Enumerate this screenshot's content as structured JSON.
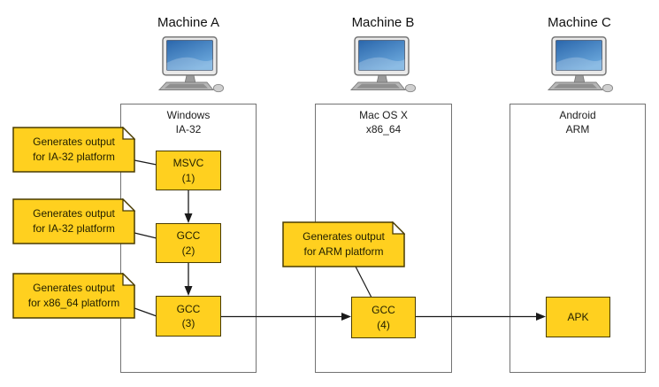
{
  "machines": [
    {
      "title": "Machine A",
      "os": [
        "Windows",
        "IA-32"
      ]
    },
    {
      "title": "Machine B",
      "os": [
        "Mac OS X",
        "x86_64"
      ]
    },
    {
      "title": "Machine C",
      "os": [
        "Android",
        "ARM"
      ]
    }
  ],
  "nodes": [
    {
      "label": "MSVC",
      "step": "(1)"
    },
    {
      "label": "GCC",
      "step": "(2)"
    },
    {
      "label": "GCC",
      "step": "(3)"
    },
    {
      "label": "GCC",
      "step": "(4)"
    },
    {
      "label": "APK",
      "step": ""
    }
  ],
  "notes": [
    {
      "line1": "Generates output",
      "line2": "for IA-32 platform"
    },
    {
      "line1": "Generates output",
      "line2": "for IA-32 platform"
    },
    {
      "line1": "Generates output",
      "line2": "for x86_64 platform"
    },
    {
      "line1": "Generates output",
      "line2": "for ARM platform"
    }
  ],
  "colors": {
    "node_fill": "#FFD01F",
    "node_border": "#4a3c00",
    "container_border": "#737373",
    "connector": "#1a1a1a",
    "monitor_screen_dark": "#2f6fb5",
    "monitor_screen_light": "#7db4e0"
  }
}
